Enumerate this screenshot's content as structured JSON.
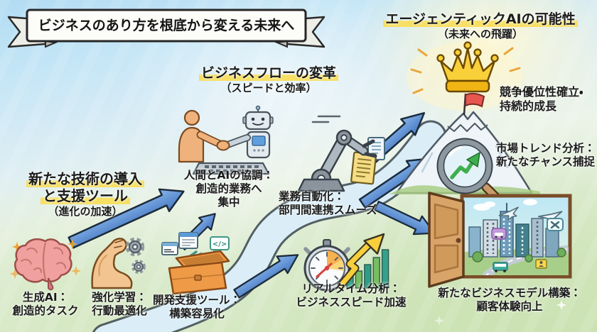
{
  "banner": {
    "title": "ビジネスのあり方を根底から変える未来へ"
  },
  "sections": {
    "intro": {
      "title_line1": "新たな技術の導入",
      "title_line2": "と支援ツール",
      "subtitle": "（進化の加速）"
    },
    "flow": {
      "title": "ビジネスフローの変革",
      "subtitle": "（スピードと効率）"
    },
    "agentic": {
      "title": "エージェンティックAIの可能性",
      "subtitle": "（未来への飛躍）"
    }
  },
  "items": {
    "gen_ai": {
      "line1": "生成AI：",
      "line2": "創造的タスク",
      "icon": "brain-icon"
    },
    "reinforce": {
      "line1": "強化学習：",
      "line2": "行動最適化",
      "icon": "muscle-gears-icon"
    },
    "devtools": {
      "line1": "開発支援ツール：",
      "line2": "構築容易化",
      "icon": "toolbox-icon",
      "code_glyph": "</>"
    },
    "collab": {
      "line1": "人間とAIの協調：",
      "line2": "創造的業務へ",
      "line3": "集中",
      "icon": "human-robot-handshake-icon"
    },
    "automation": {
      "line1": "業務自動化：",
      "line2": "部門間連携スムーズ",
      "icon": "robot-arm-icon"
    },
    "realtime": {
      "line1": "リアルタイム分析：",
      "line2": "ビジネススピード加速",
      "icon": "stopwatch-chart-icon"
    },
    "advantage": {
      "line1": "競争優位性確立・",
      "line2": "持続的成長",
      "icon": "crown-mountain-icon"
    },
    "market": {
      "line1": "市場トレンド分析：",
      "line2": "新たなチャンス捕捉",
      "icon": "magnifier-trend-icon"
    },
    "new_model": {
      "line1": "新たなビジネスモデル構築：",
      "line2": "顧客体験向上",
      "icon": "door-city-icon"
    }
  },
  "colors": {
    "arrow": "#5b8fd9",
    "highlight": "#f8de5c",
    "crown_gold": "#f9cf3a",
    "flag_red": "#e8574f",
    "toolbox_orange": "#ef9a47",
    "brain_pink": "#f0a09e",
    "road_blue": "#dbeef8"
  }
}
